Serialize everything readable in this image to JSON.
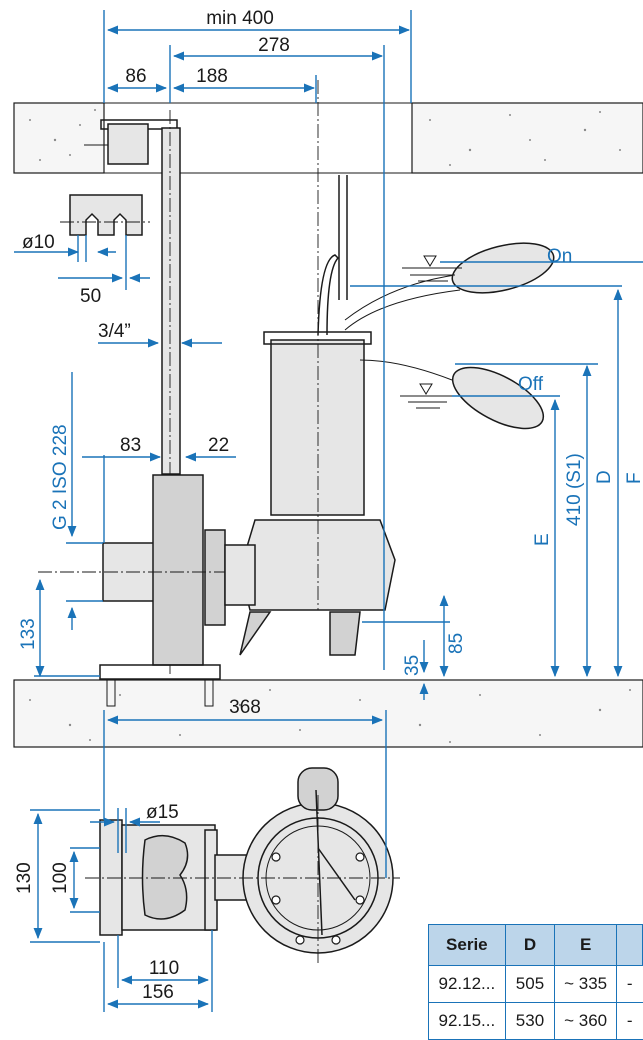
{
  "dimensions": {
    "min_400": "min 400",
    "d278": "278",
    "d188": "188",
    "d86": "86",
    "dia10": "ø10",
    "d50": "50",
    "thread34": "3/4”",
    "g2iso": "G 2 ISO 228",
    "d83": "83",
    "d22": "22",
    "d133": "133",
    "d35": "35",
    "d85": "85",
    "e": "E",
    "s1": "410 (S1)",
    "d": "D",
    "f": "F",
    "d368": "368",
    "dia15": "ø15",
    "d130": "130",
    "d100": "100",
    "d110": "110",
    "d156": "156"
  },
  "float_labels": {
    "on": "On",
    "off": "Off"
  },
  "table": {
    "headers": [
      "Serie",
      "D",
      "E",
      ""
    ],
    "rows": [
      [
        "92.12...",
        "505",
        "~ 335",
        "-"
      ],
      [
        "92.15...",
        "530",
        "~ 360",
        "-"
      ]
    ]
  }
}
